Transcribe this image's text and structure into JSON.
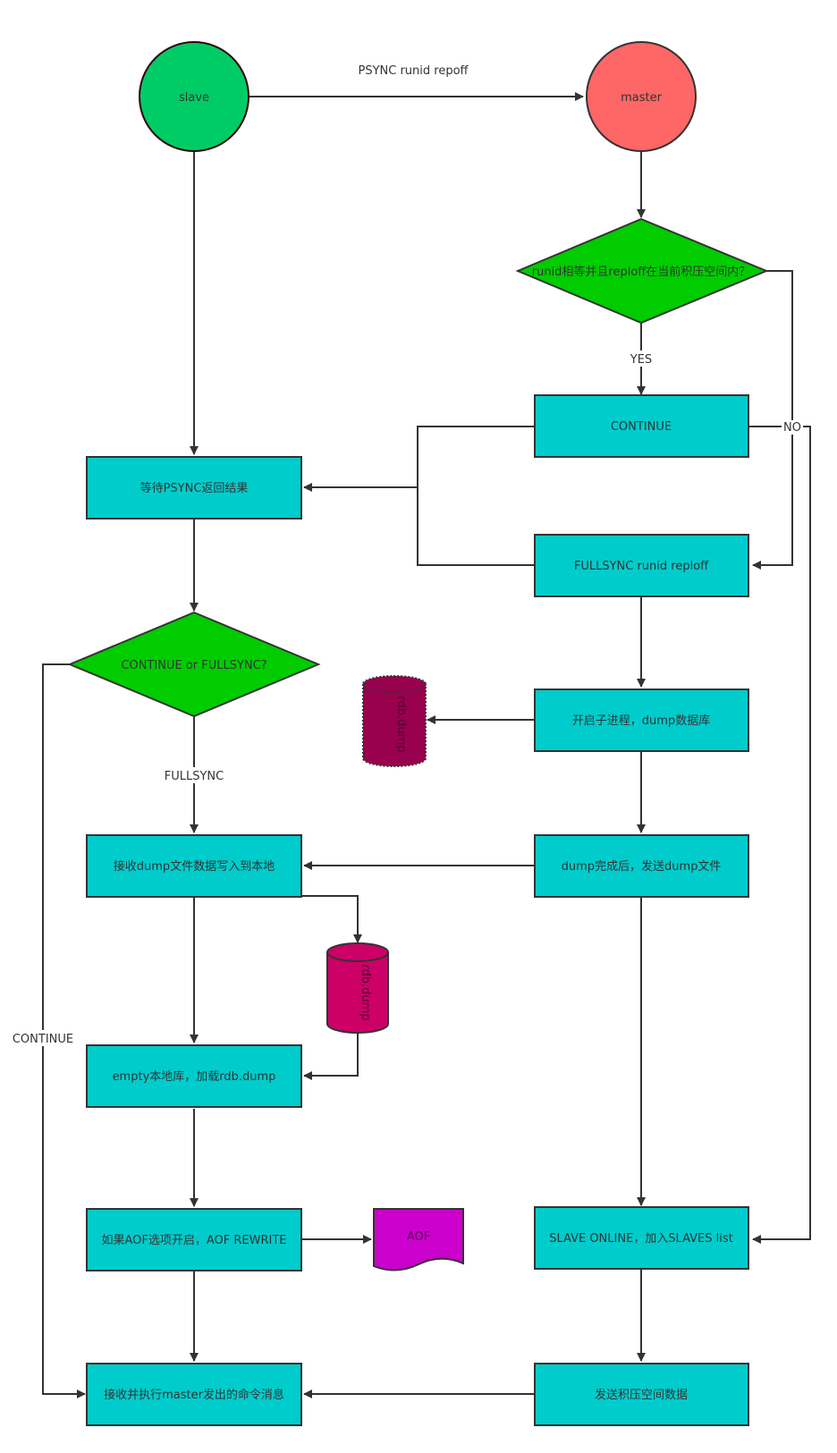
{
  "diagram": {
    "title": "Redis PSYNC replication flow",
    "colors": {
      "slave_fill": "#00cc66",
      "master_fill": "#ff6666",
      "process_fill": "#00cccc",
      "decision_fill": "#00cc00",
      "rdb_temp_fill": "#99004d",
      "rdb_fill": "#cc0066",
      "aof_fill": "#cc00cc",
      "stroke": "#333333"
    },
    "nodes": {
      "slave": "slave",
      "master": "master",
      "decision_master": "runid相等并且reploff在当前积压空间内？",
      "continue": "CONTINUE",
      "fullsync": "FULLSYNC runid reploff",
      "wait_psync": "等待PSYNC返回结果",
      "decision_slave": "CONTINUE or FULLSYNC?",
      "fork_dump": "开启子进程，dump数据库",
      "rdb_temp": "rdb.dump",
      "send_dump": "dump完成后，发送dump文件",
      "recv_dump": "接收dump文件数据写入到本地",
      "rdb_file": "rdb.dump",
      "load_rdb": "empty本地库，加载rdb.dump",
      "aof_rewrite": "如果AOF选项开启，AOF REWRITE",
      "aof_doc": "AOF",
      "slave_online": "SLAVE ONLINE，加入SLAVES list",
      "send_backlog": "发送积压空间数据",
      "exec_cmds": "接收并执行master发出的命令消息"
    },
    "edge_labels": {
      "psync": "PSYNC runid repoff",
      "yes": "YES",
      "no": "NO",
      "fullsync": "FULLSYNC",
      "continue": "CONTINUE"
    }
  }
}
